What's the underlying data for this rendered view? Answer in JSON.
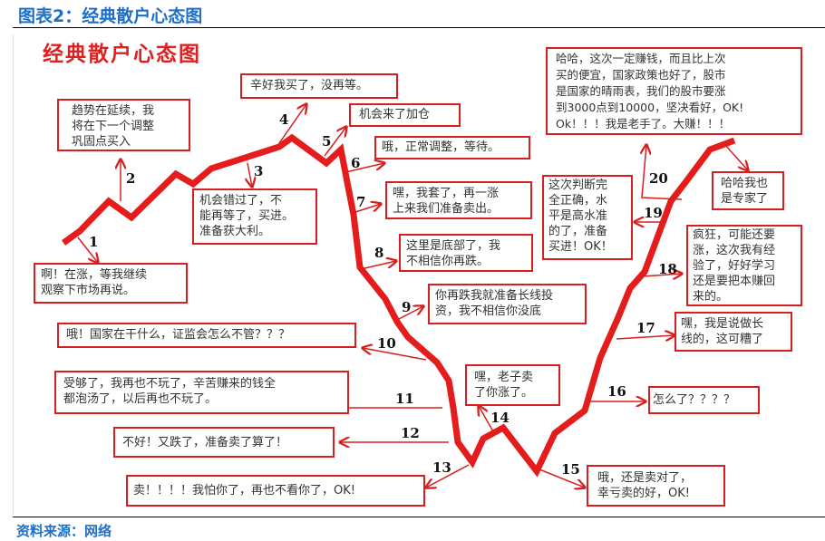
{
  "header_title": "图表2：经典散户心态图",
  "diagram_title": "经典散户心态图",
  "source": "资料来源：网络",
  "colors": {
    "accent_blue": "#1f6fc5",
    "red": "#e51c1c"
  },
  "stages": [
    {
      "num": "1",
      "text": "啊！在涨，等我继续\n观察下市场再说。"
    },
    {
      "num": "2",
      "text": "趋势在延续，我\n将在下一个调整\n巩固点买入"
    },
    {
      "num": "3",
      "text": "机会错过了，不\n能再等了，买进。\n准备获大利。"
    },
    {
      "num": "4",
      "text": "辛好我买了，没再等。"
    },
    {
      "num": "5",
      "text": "机会来了加仓"
    },
    {
      "num": "6",
      "text": "哦，正常调整，等待。"
    },
    {
      "num": "7",
      "text": "嘿，我套了，再一涨\n上来我们准备卖出。"
    },
    {
      "num": "8",
      "text": "这里是底部了，我\n不相信你再跌。"
    },
    {
      "num": "9",
      "text": "你再跌我就准备长线投\n资，我不相信你没底"
    },
    {
      "num": "10",
      "text": "哦！国家在干什么，证监会怎么不管？？？"
    },
    {
      "num": "11",
      "text": "受够了，我再也不玩了，辛苦赚来的钱全\n都泡汤了，以后再也不玩了。"
    },
    {
      "num": "12",
      "text": "不好！又跌了，准备卖了算了！"
    },
    {
      "num": "13",
      "text": "卖！！！！我怕你了，再也不看你了，OK!"
    },
    {
      "num": "14",
      "text": "嘿，老子卖\n了你涨了。"
    },
    {
      "num": "15",
      "text": "哦，还是卖对了，\n幸亏卖的好，OK!"
    },
    {
      "num": "16",
      "text": "怎么了？？？？"
    },
    {
      "num": "17",
      "text": "嘿，我是说做长\n线的，这可糟了"
    },
    {
      "num": "18",
      "text": "疯狂，可能还要\n涨，这次我有经\n验了，好好学习\n还是要把本赚回\n来的。"
    },
    {
      "num": "19",
      "text": "这次判断完\n全正确，水\n平是高水准\n的了，准备\n买进！OK！"
    },
    {
      "num": "20",
      "text": "哈哈，这次一定赚钱，而且比上次\n买的便宜，国家政策也好了，股市\n是国家的晴雨表，我们的股市要涨\n到3000点到10000，坚决看好，OK!\nOk！！！我是老手了。大赚！！！"
    }
  ],
  "final_note": "哈哈我也\n是专家了"
}
